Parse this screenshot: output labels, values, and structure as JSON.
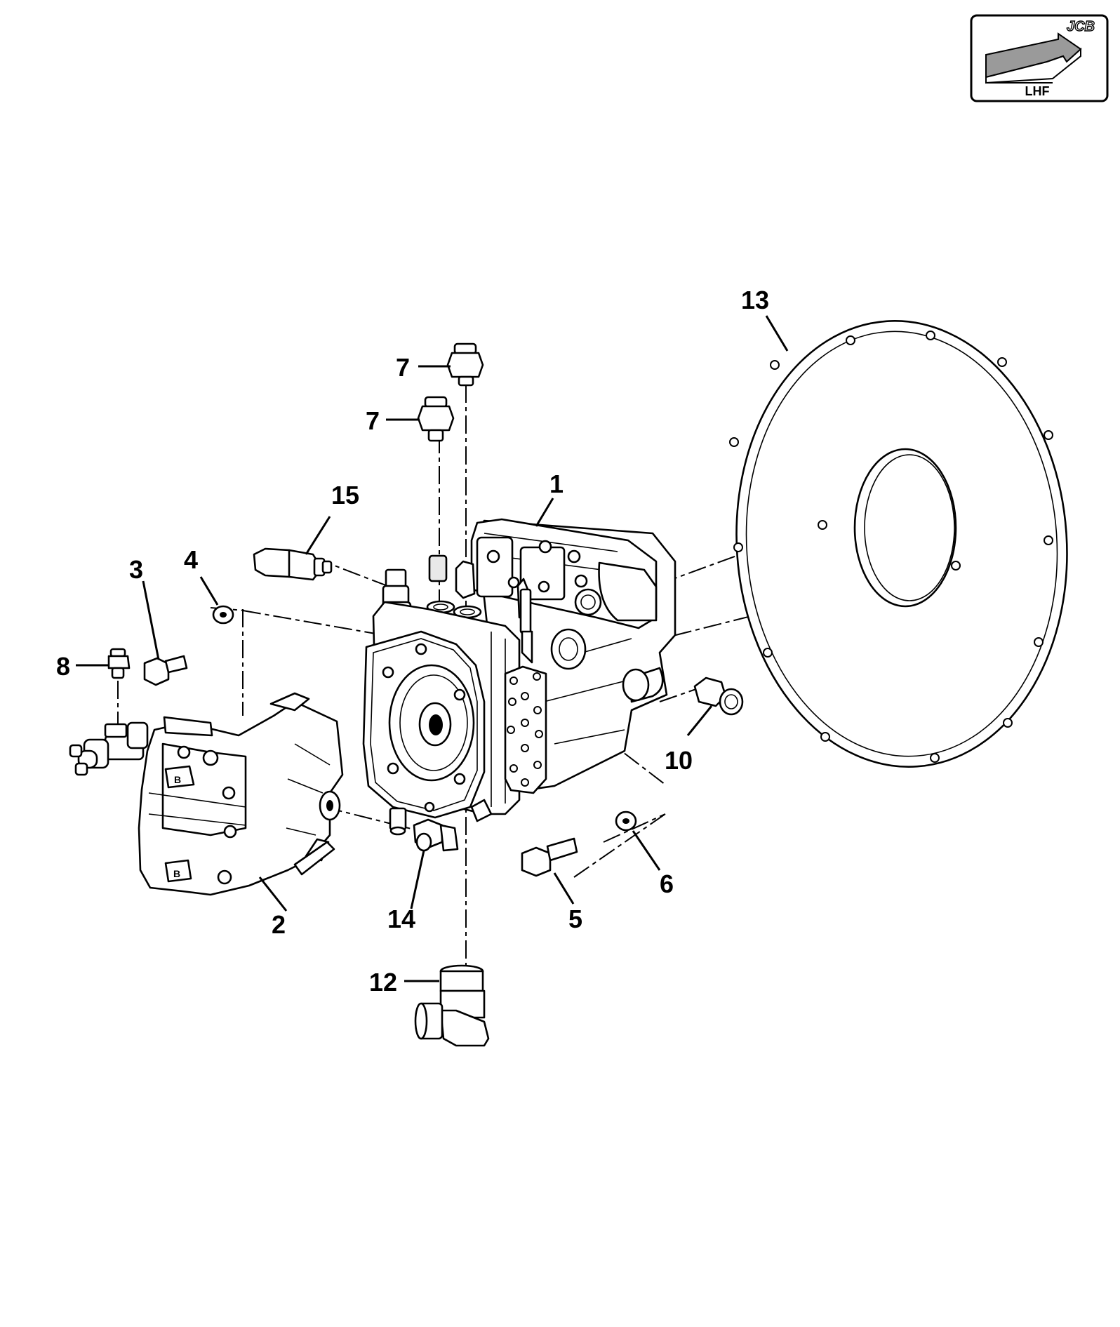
{
  "badge": {
    "brand": "JCB",
    "view": "LHF",
    "colors": {
      "frame": "#000000",
      "arrow": "#9a9a9a",
      "background": "#ffffff"
    }
  },
  "callouts": [
    {
      "id": "c1",
      "text": "1"
    },
    {
      "id": "c2",
      "text": "2"
    },
    {
      "id": "c3",
      "text": "3"
    },
    {
      "id": "c4",
      "text": "4"
    },
    {
      "id": "c5",
      "text": "5"
    },
    {
      "id": "c6",
      "text": "6"
    },
    {
      "id": "c7a",
      "text": "7"
    },
    {
      "id": "c7b",
      "text": "7"
    },
    {
      "id": "c8",
      "text": "8"
    },
    {
      "id": "c10",
      "text": "10"
    },
    {
      "id": "c12",
      "text": "12"
    },
    {
      "id": "c13",
      "text": "13"
    },
    {
      "id": "c14",
      "text": "14"
    },
    {
      "id": "c15",
      "text": "15"
    }
  ]
}
